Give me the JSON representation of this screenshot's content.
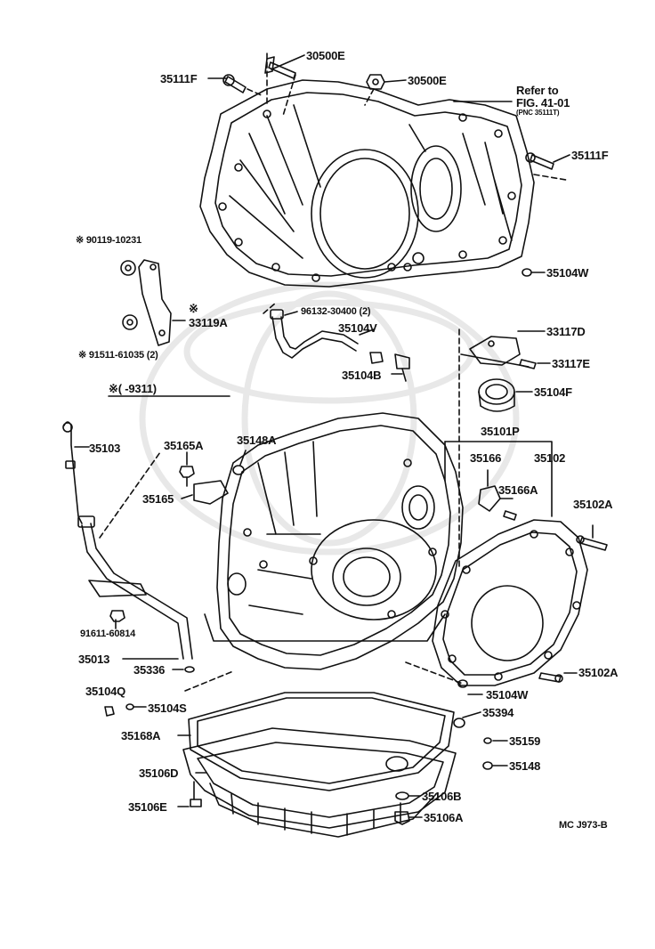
{
  "diagram": {
    "title": "",
    "reference": {
      "line1": "Refer to",
      "line2": "FIG. 41-01",
      "line3": "(PNC 35111T)"
    },
    "footer": "MC J973-B",
    "note_mark": "※",
    "note_range": "※(     -9311)",
    "watermark_icon": "toyota-emblem-icon",
    "line_color": "#111111",
    "labels": {
      "l30500E_top": "30500E",
      "l35111F_left": "35111F",
      "l30500E_mid": "30500E",
      "l35111F_right": "35111F",
      "l90119": "※ 90119-10231",
      "l33119A_mark": "※",
      "l33119A": "33119A",
      "l91511": "※ 91511-61035 (2)",
      "l96132": "96132-30400 (2)",
      "l35104V": "35104V",
      "l35104B": "35104B",
      "l35104W_top": "35104W",
      "l33117D": "33117D",
      "l33117E": "33117E",
      "l35104F": "35104F",
      "l35103": "35103",
      "l35165A": "35165A",
      "l35148A": "35148A",
      "l35165": "35165",
      "l35101P": "35101P",
      "l35166": "35166",
      "l35102": "35102",
      "l35166A": "35166A",
      "l35102A_top": "35102A",
      "l91611": "91611-60814",
      "l35013": "35013",
      "l35336": "35336",
      "l35104Q": "35104Q",
      "l35104S": "35104S",
      "l35102A_bot": "35102A",
      "l35104W_bot": "35104W",
      "l35394": "35394",
      "l35168A": "35168A",
      "l35159": "35159",
      "l35106D": "35106D",
      "l35148": "35148",
      "l35106B": "35106B",
      "l35106E": "35106E",
      "l35106A": "35106A"
    }
  }
}
